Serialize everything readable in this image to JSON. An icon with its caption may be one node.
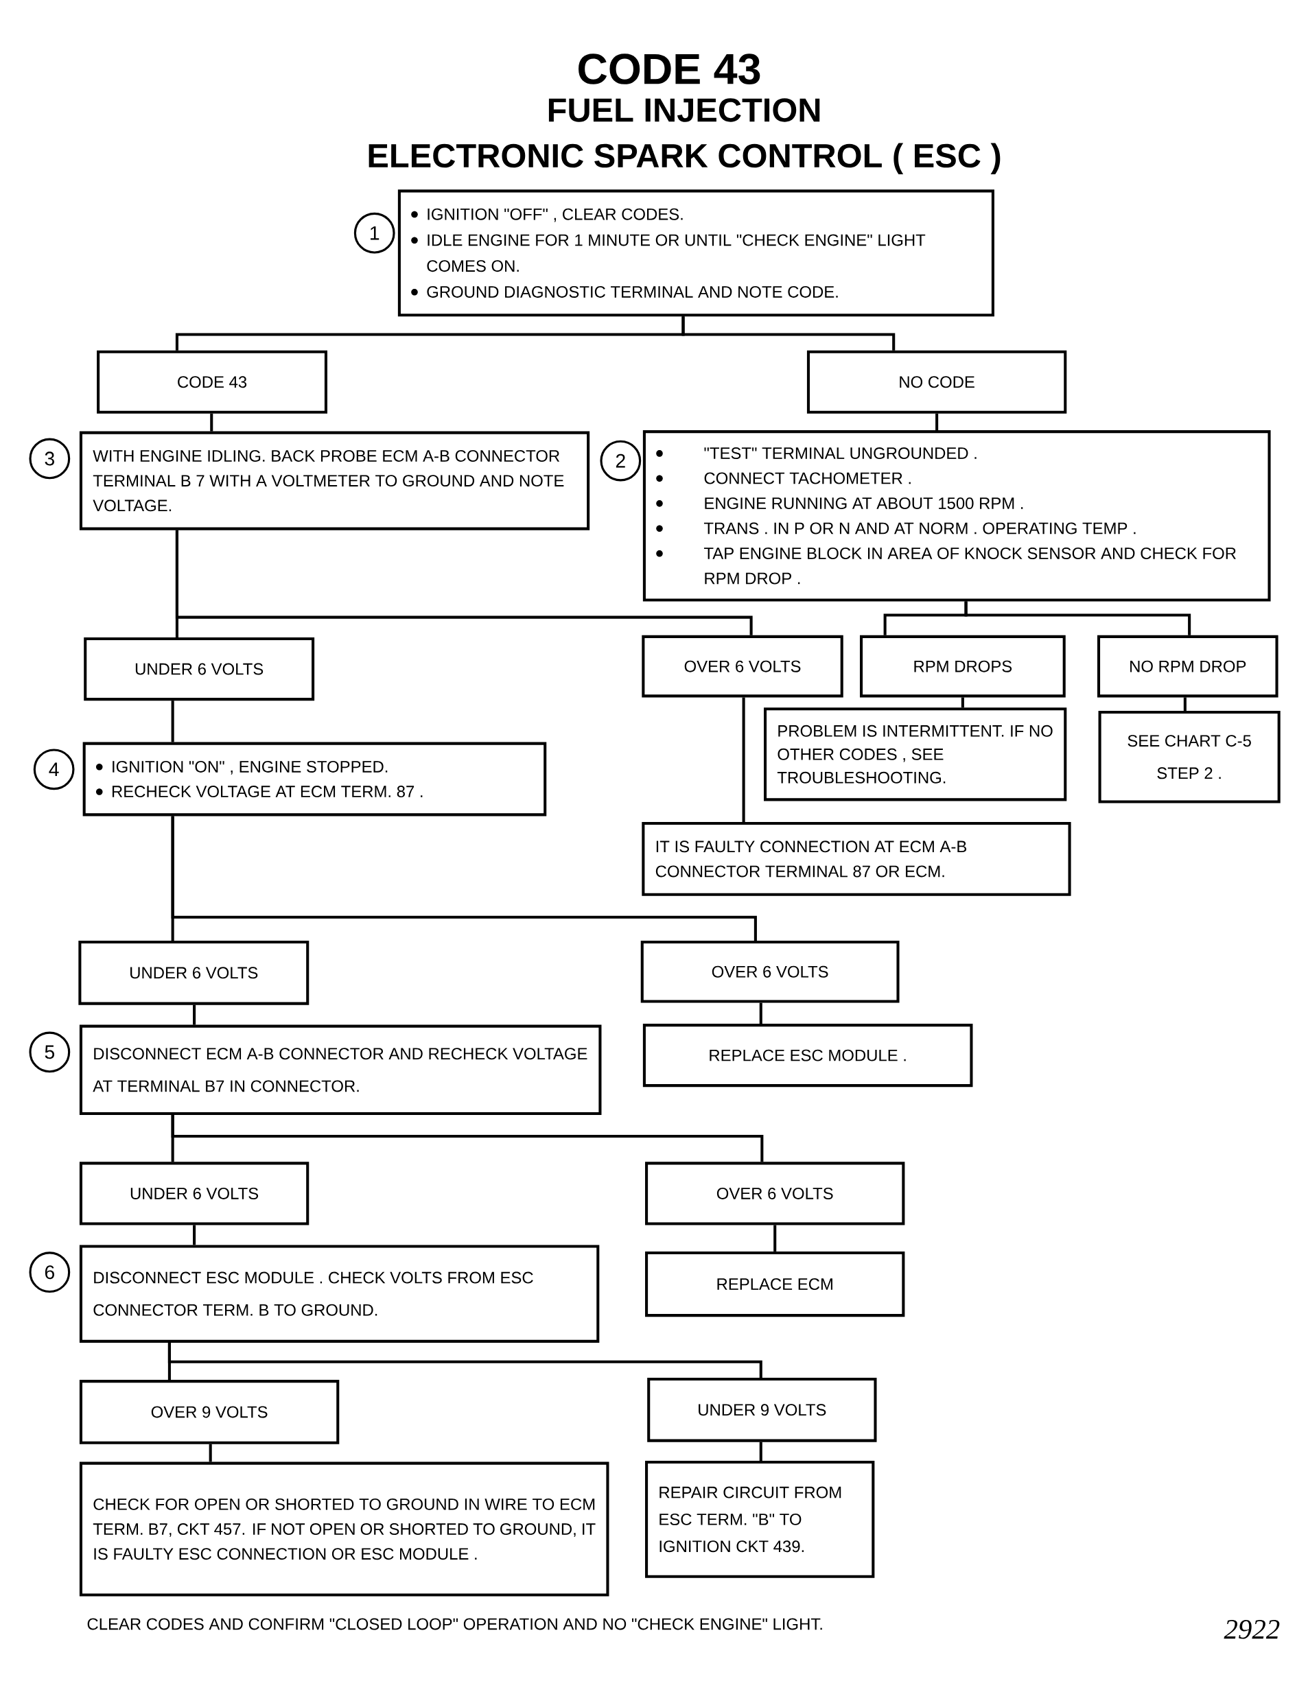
{
  "diagram": {
    "title": "CODE 43",
    "nodes": [
      {
        "text": [
          "IGNITION \"OFF\" , CLEAR CODES.",
          "IDLE ENGINE FOR 1 MINUTE OR UNTIL \"CHECK ENGINE\" LIGHT COMES ON.",
          "GROUND DIAGNOSTIC TERMINAL AND NOTE CODE."
        ],
        "beside": [
          "1"
        ]
      },
      {
        "text": [
          "CODE 43"
        ]
      },
      {
        "text": [
          "NO CODE"
        ]
      },
      {
        "text": [
          "WITH ENGINE IDLING. BACK PROBE ECM A-B CONNECTOR TERMINAL B 7 WITH A VOLTMETER TO GROUND AND NOTE VOLTAGE."
        ],
        "beside": [
          "3"
        ]
      },
      {
        "text": [
          "\"TEST\" TERMINAL UNGROUNDED .",
          "CONNECT TACHOMETER .",
          "ENGINE RUNNING AT ABOUT 1500 RPM .",
          "TRANS . IN P OR N AND AT NORM . OPERATING TEMP .",
          "TAP ENGINE BLOCK IN AREA OF KNOCK SENSOR AND CHECK FOR RPM DROP ."
        ],
        "beside": [
          "2"
        ]
      },
      {
        "text": [
          "UNDER 6 VOLTS"
        ]
      },
      {
        "text": [
          "OVER 6 VOLTS"
        ]
      },
      {
        "text": [
          "RPM DROPS"
        ]
      },
      {
        "text": [
          "NO RPM DROP"
        ]
      },
      {
        "text": [
          "PROBLEM IS INTERMITTENT. IF NO OTHER CODES , SEE TROUBLESHOOTING."
        ]
      },
      {
        "text": [
          "SEE CHART C-5 STEP 2 ."
        ]
      },
      {
        "text": [
          "IGNITION \"ON\" , ENGINE STOPPED.",
          "RECHECK VOLTAGE AT ECM TERM. 87 ."
        ],
        "beside": [
          "4"
        ]
      },
      {
        "text": [
          "IT IS FAULTY CONNECTION AT ECM A-B CONNECTOR TERMINAL 87 OR ECM."
        ]
      },
      {
        "text": [
          "UNDER 6 VOLTS"
        ]
      },
      {
        "text": [
          "OVER 6 VOLTS"
        ]
      },
      {
        "text": [
          "DISCONNECT ECM A-B CONNECTOR AND RECHECK VOLTAGE AT TERMINAL B7 IN CONNECTOR."
        ],
        "beside": [
          "5"
        ]
      },
      {
        "text": [
          "REPLACE ESC MODULE ."
        ]
      },
      {
        "text": [
          "UNDER 6 VOLTS"
        ]
      },
      {
        "text": [
          "OVER 6 VOLTS"
        ]
      },
      {
        "text": [
          "DISCONNECT ESC MODULE . CHECK VOLTS FROM ESC CONNECTOR TERM. B TO GROUND."
        ],
        "beside": [
          "6"
        ]
      },
      {
        "text": [
          "REPLACE ECM"
        ]
      },
      {
        "text": [
          "OVER 9 VOLTS"
        ]
      },
      {
        "text": [
          "UNDER 9 VOLTS"
        ]
      },
      {
        "text": [
          "CHECK FOR OPEN OR SHORTED TO GROUND IN WIRE TO ECM TERM. B7, CKT 457. IF NOT OPEN OR SHORTED TO GROUND, IT IS FAULTY ESC CONNECTION OR ESC MODULE ."
        ]
      },
      {
        "text": [
          "REPAIR CIRCUIT FROM ESC TERM. \"B\" TO IGNITION CKT 439."
        ]
      }
    ],
    "edges": [
      {
        "from": 0,
        "to": 1,
        "arrow": "none"
      },
      {
        "from": 0,
        "to": 2,
        "arrow": "none"
      },
      {
        "from": 1,
        "to": 3,
        "arrow": "none"
      },
      {
        "from": 2,
        "to": 4,
        "arrow": "none"
      },
      {
        "from": 3,
        "to": 5,
        "arrow": "none"
      },
      {
        "from": 3,
        "to": 6,
        "arrow": "none"
      },
      {
        "from": 4,
        "to": 7,
        "arrow": "none"
      },
      {
        "from": 4,
        "to": 8,
        "arrow": "none"
      },
      {
        "from": 7,
        "to": 9,
        "arrow": "none"
      },
      {
        "from": 8,
        "to": 10,
        "arrow": "none"
      },
      {
        "from": 6,
        "to": 12,
        "arrow": "none"
      },
      {
        "from": 5,
        "to": 11,
        "arrow": "none"
      },
      {
        "from": 11,
        "to": 13,
        "arrow": "none"
      },
      {
        "from": 11,
        "to": 14,
        "arrow": "none"
      },
      {
        "from": 13,
        "to": 15,
        "arrow": "none"
      },
      {
        "from": 14,
        "to": 16,
        "arrow": "none"
      },
      {
        "from": 15,
        "to": 17,
        "arrow": "none"
      },
      {
        "from": 15,
        "to": 18,
        "arrow": "none"
      },
      {
        "from": 17,
        "to": 19,
        "arrow": "none"
      },
      {
        "from": 18,
        "to": 20,
        "arrow": "none"
      },
      {
        "from": 19,
        "to": 21,
        "arrow": "none"
      },
      {
        "from": 19,
        "to": 22,
        "arrow": "none"
      },
      {
        "from": 21,
        "to": 23,
        "arrow": "none"
      },
      {
        "from": 22,
        "to": 24,
        "arrow": "none"
      }
    ],
    "labels": [
      "FUEL INJECTION",
      "ELECTRONIC SPARK CONTROL ( ESC )",
      "CLEAR CODES AND CONFIRM \"CLOSED LOOP\"  OPERATION AND NO \"CHECK ENGINE\" LIGHT.",
      "2922"
    ]
  }
}
